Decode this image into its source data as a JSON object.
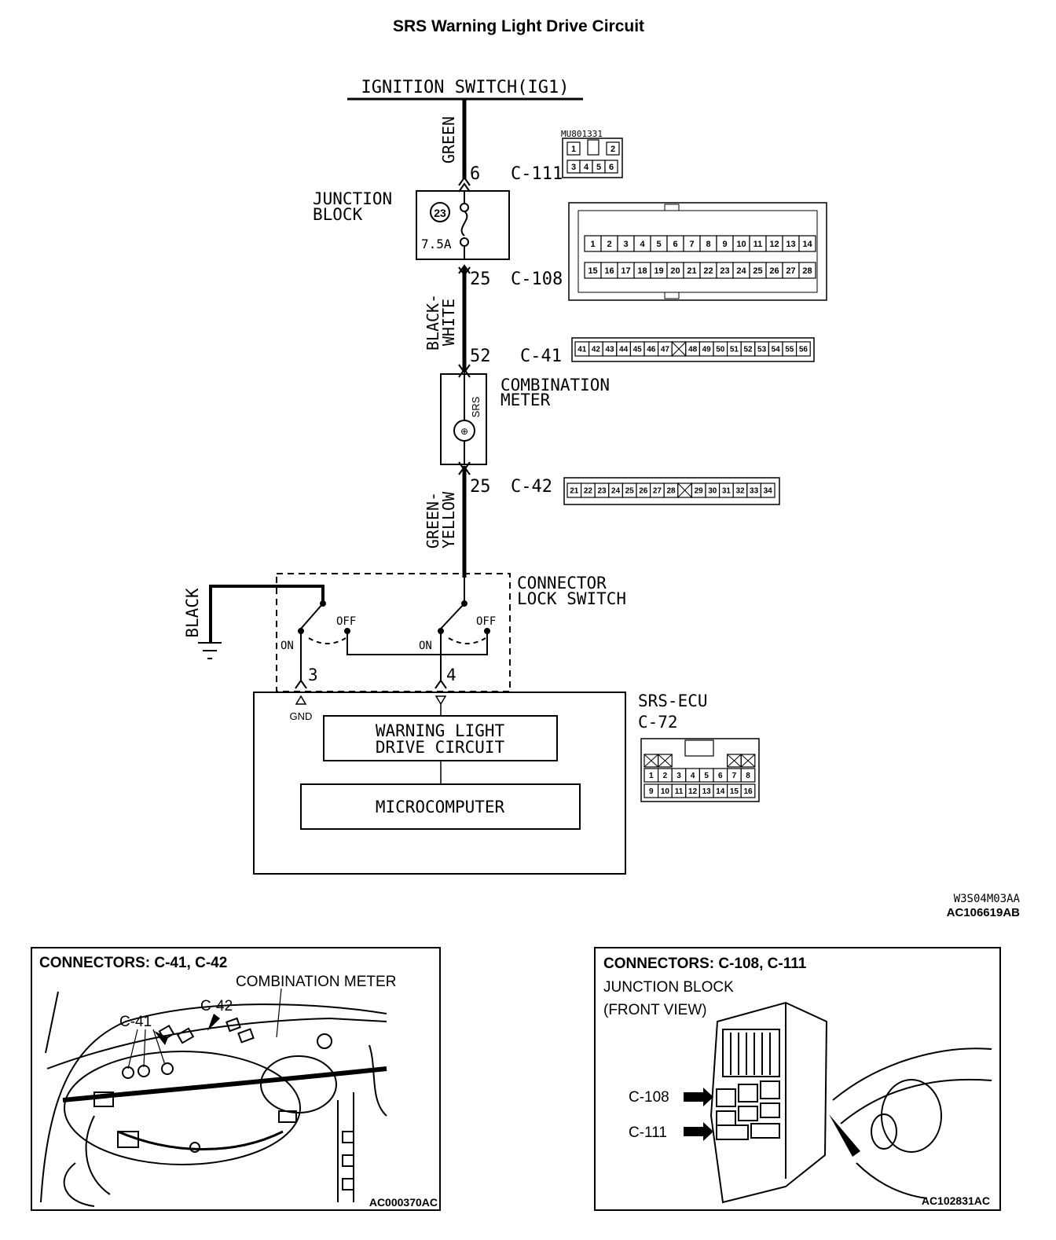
{
  "title": "SRS Warning Light Drive Circuit",
  "power_source": "IGNITION SWITCH(IG1)",
  "wires": {
    "w1": "GREEN",
    "w2a": "BLACK-",
    "w2b": "WHITE",
    "w3a": "GREEN-",
    "w3b": "YELLOW",
    "ground": "BLACK"
  },
  "terminals": {
    "t_c111": "6",
    "t_c108": "25",
    "t_c41": "52",
    "t_c42": "25",
    "t_gnd": "3",
    "t_sig": "4"
  },
  "connector_ids": {
    "c111": "C-111",
    "c108": "C-108",
    "c41": "C-41",
    "c42": "C-42",
    "c72": "C-72",
    "c111_part": "MU801331"
  },
  "junction_block": {
    "label_line1": "JUNCTION",
    "label_line2": "BLOCK",
    "fuse_no": "23",
    "fuse_rating": "7.5A"
  },
  "combination_meter": {
    "label_line1": "COMBINATION",
    "label_line2": "METER",
    "lamp": "SRS"
  },
  "lock_switch": {
    "label_line1": "CONNECTOR",
    "label_line2": "LOCK SWITCH",
    "on": "ON",
    "off": "OFF"
  },
  "ecu": {
    "label": "SRS-ECU",
    "gnd": "GND",
    "block1_line1": "WARNING LIGHT",
    "block1_line2": "DRIVE CIRCUIT",
    "block2": "MICROCOMPUTER"
  },
  "pinouts": {
    "c111_top": [
      "1",
      "2"
    ],
    "c111_bottom": [
      "3",
      "4",
      "5",
      "6"
    ],
    "c108_top": [
      "1",
      "2",
      "3",
      "4",
      "5",
      "6",
      "7",
      "8",
      "9",
      "10",
      "11",
      "12",
      "13",
      "14"
    ],
    "c108_bottom": [
      "15",
      "16",
      "17",
      "18",
      "19",
      "20",
      "21",
      "22",
      "23",
      "24",
      "25",
      "26",
      "27",
      "28"
    ],
    "c41_row": [
      "41",
      "42",
      "43",
      "44",
      "45",
      "46",
      "47",
      "",
      "48",
      "49",
      "50",
      "51",
      "52",
      "53",
      "54",
      "55",
      "56"
    ],
    "c42_row": [
      "21",
      "22",
      "23",
      "24",
      "25",
      "26",
      "27",
      "28",
      "",
      "29",
      "30",
      "31",
      "32",
      "33",
      "34"
    ],
    "c72_top": [
      "1",
      "2",
      "3",
      "4",
      "5",
      "6",
      "7",
      "8"
    ],
    "c72_bottom": [
      "9",
      "10",
      "11",
      "12",
      "13",
      "14",
      "15",
      "16"
    ]
  },
  "codes": {
    "code1": "W3S04M03AA",
    "code2": "AC106619AB"
  },
  "panel_left": {
    "title": "CONNECTORS: C-41, C-42",
    "label_meter": "COMBINATION METER",
    "label_c41": "C-41",
    "label_c42": "C-42",
    "code": "AC000370AC"
  },
  "panel_right": {
    "title": "CONNECTORS: C-108, C-111",
    "line2": "JUNCTION BLOCK",
    "line3": "(FRONT VIEW)",
    "label_c108": "C-108",
    "label_c111": "C-111",
    "code": "AC102831AC"
  }
}
